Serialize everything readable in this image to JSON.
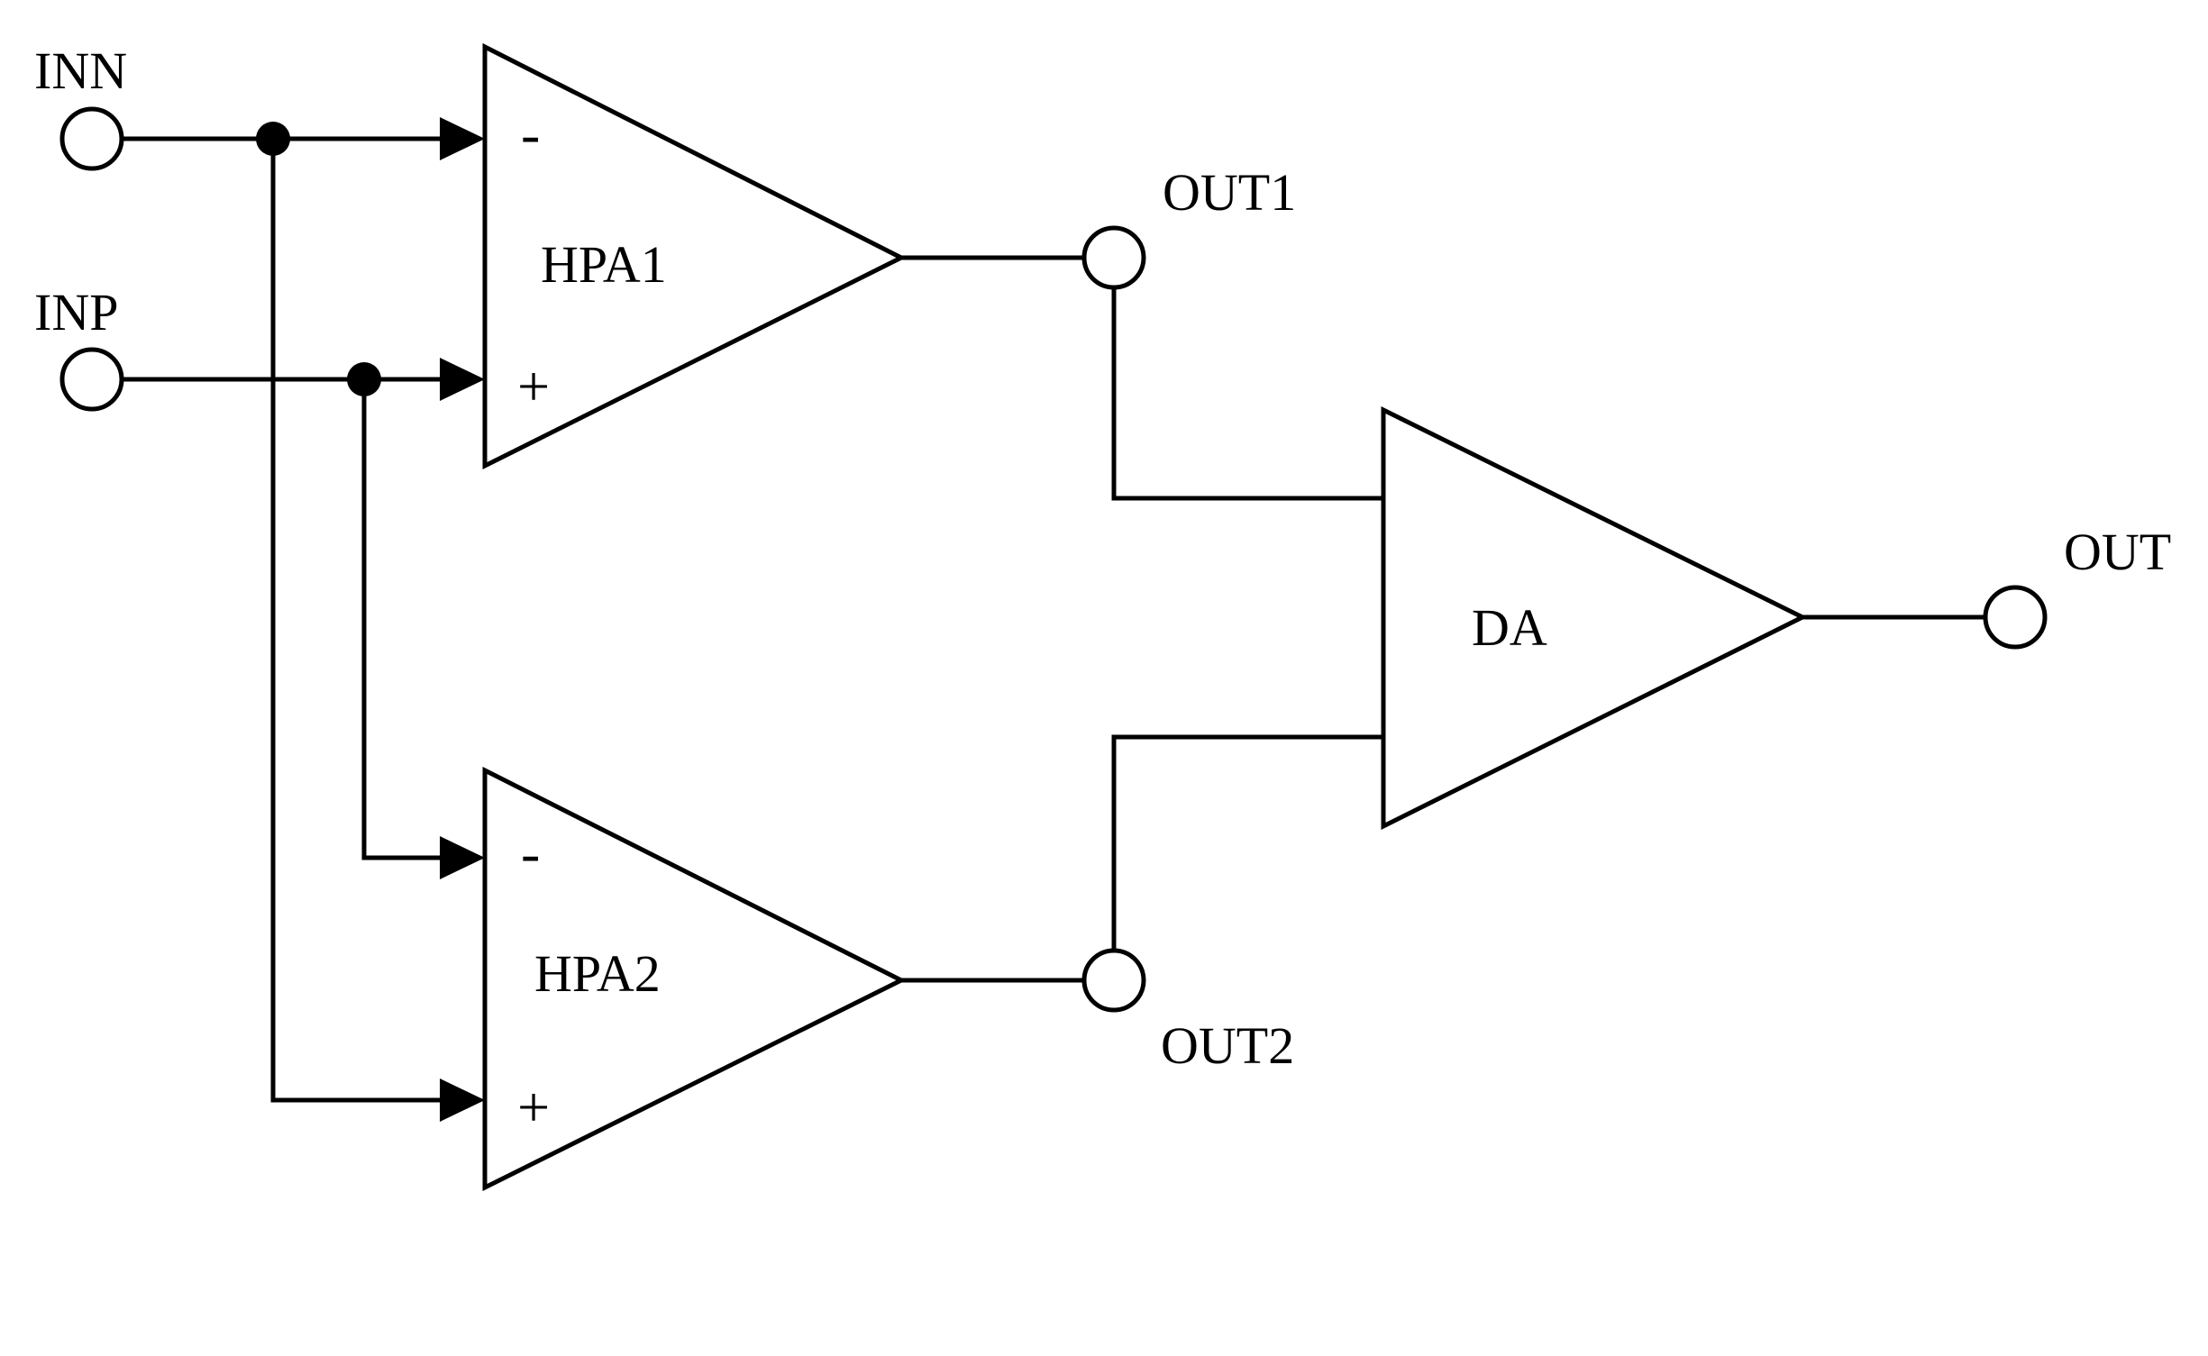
{
  "terminals": {
    "inn": "INN",
    "inp": "INP",
    "out1": "OUT1",
    "out2": "OUT2",
    "out": "OUT"
  },
  "amplifiers": {
    "hpa1": {
      "name": "HPA1",
      "minus": "-",
      "plus": "+"
    },
    "hpa2": {
      "name": "HPA2",
      "minus": "-",
      "plus": "+"
    },
    "da": {
      "name": "DA"
    }
  }
}
